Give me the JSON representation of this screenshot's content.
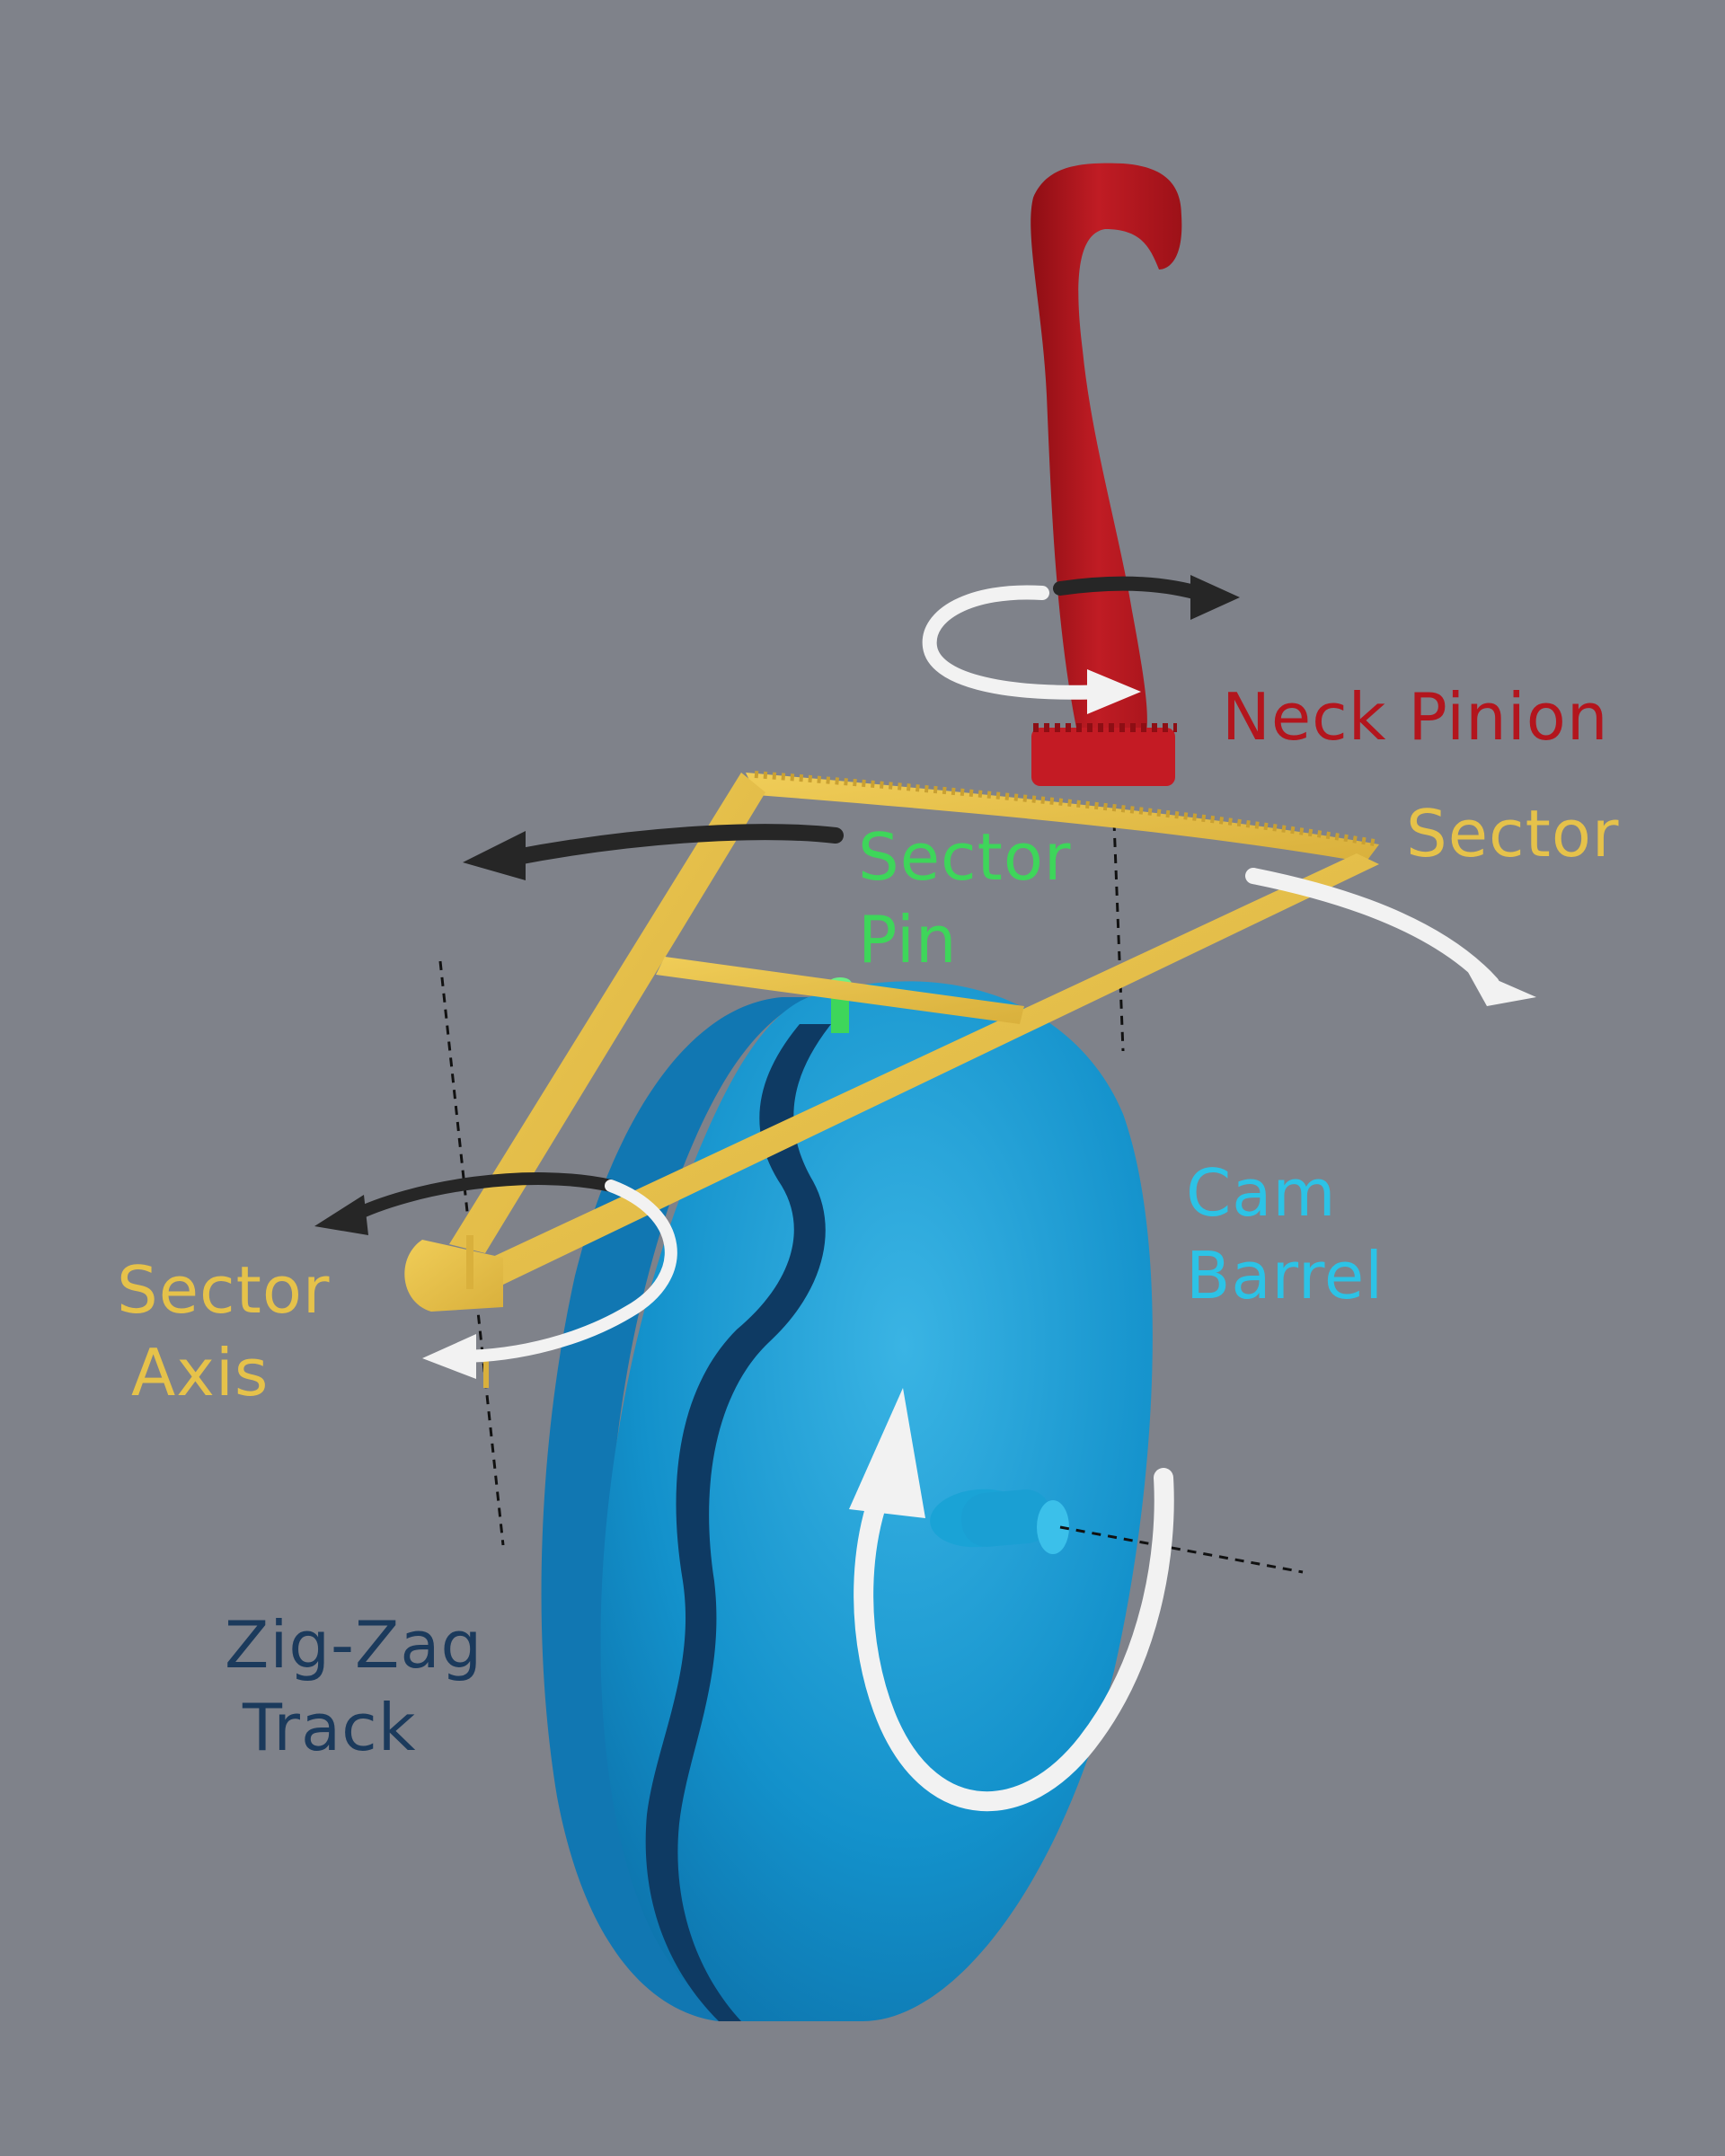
{
  "labels": {
    "neck_pinion": "Neck Pinion",
    "sector": "Sector",
    "sector_pin": [
      "Sector",
      "Pin"
    ],
    "cam_barrel": [
      "Cam",
      "Barrel"
    ],
    "sector_axis": [
      "Sector",
      "Axis"
    ],
    "zigzag_track": [
      "Zig-Zag",
      "Track"
    ]
  },
  "colors": {
    "background": "#7f828a",
    "neck": "#b3151d",
    "sector": "#e6c24a",
    "sector_pin": "#3ed65a",
    "cam_barrel": "#1496d0",
    "cam_barrel_label": "#2cc3e6",
    "track": "#0e3a63",
    "track_label": "#1b3a5c",
    "arrow_dark": "#262626",
    "arrow_light": "#f2f2f2"
  }
}
